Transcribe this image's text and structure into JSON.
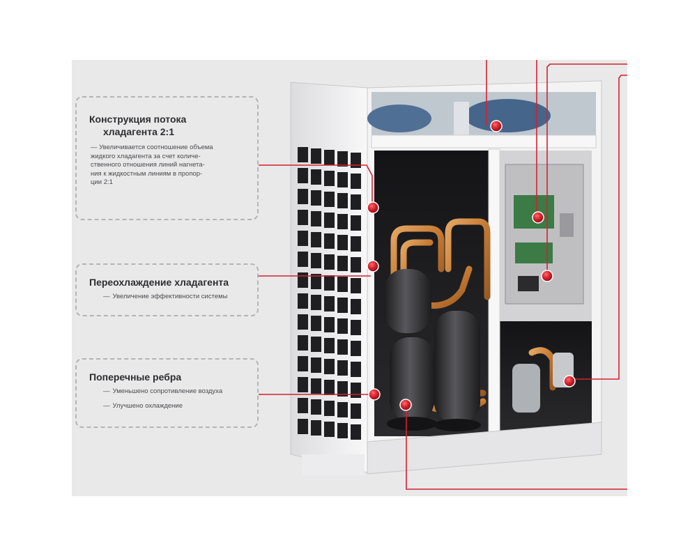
{
  "callouts": {
    "flow_2to1": {
      "title_line1": "Конструкция потока",
      "title_line2": "хладагента 2:1",
      "description_lines": [
        "— Увеличивается соотношение объема",
        "жидкого хладагента за счет количе-",
        "ственного отношения линий нагнета-",
        "ния к жидкостным линиям в пропор-",
        "ции 2:1"
      ]
    },
    "subcooling": {
      "title": "Переохлаждение хладагента",
      "items": [
        "Увеличение эффективности системы"
      ]
    },
    "cross_fins": {
      "title": "Поперечные ребра",
      "items": [
        "Уменьшено сопротивление воздуха",
        "Улучшено охлаждение"
      ]
    }
  },
  "colors": {
    "accent": "#d4202c",
    "panel_background": "#e9e9ea",
    "callout_border": "#b4b4b6",
    "copper": "#c8803a",
    "compressor": "#2e2e30",
    "unit_casing": "#f2f2f2"
  }
}
